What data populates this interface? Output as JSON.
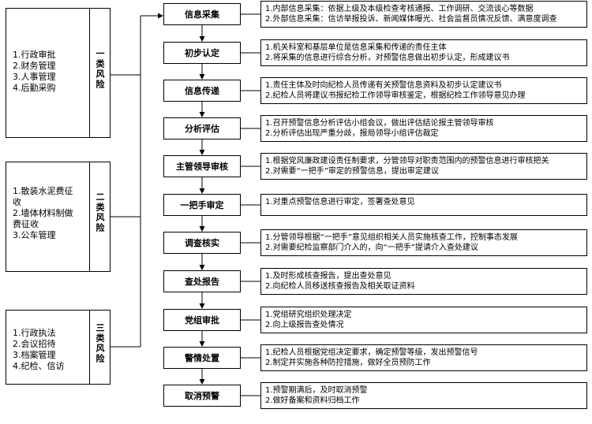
{
  "risk_groups": [
    {
      "category": "一类风险",
      "items": [
        "1.行政审批",
        "2.财务管理",
        "3.人事管理",
        "4.后勤采购"
      ]
    },
    {
      "category": "二类风险",
      "items": [
        "1.散装水泥费征",
        "收",
        "2.墙体材料制做",
        "费征收",
        "3.公车管理"
      ]
    },
    {
      "category": "三类风险",
      "items": [
        "1.行政执法",
        "2.会议招待",
        "3.档案管理",
        "4.纪检、信访"
      ]
    }
  ],
  "steps": [
    {
      "name": "信息采集",
      "details": [
        "1.内部信息采集：依据上级及本级检查考核通报、工作调研、交流谈心等数据",
        "2.外部信息采集：信访举报投诉、新闻媒体曝光、社会监督员情况反馈、满意度调查"
      ]
    },
    {
      "name": "初步认定",
      "details": [
        "1.机关科室和基层单位是信息采集和传递的责任主体",
        "2.将采集的信息进行综合分析，对预警信息做出初步认定，形成建议书"
      ]
    },
    {
      "name": "信息传递",
      "details": [
        "1.责任主体及时向纪检人员传递有关预警信息资料及初步认定建议书",
        "2.纪检人员将建议书报纪检工作领导审核鉴定，根据纪检工作领导意见办理"
      ]
    },
    {
      "name": "分析评估",
      "details": [
        "1.召开预警信息分析评估小组会议，做出评估结论报主管领导审核",
        "2.分析评估出现严重分歧，报局领导小组评估裁定"
      ]
    },
    {
      "name": "主管领导审核",
      "details": [
        "1.根据党风廉政建设责任制要求，分管领导对职责范围内的预警信息进行审核把关",
        "2.对需要“一把手”审定的预警信息，提出审定建议"
      ]
    },
    {
      "name": "一把手审定",
      "details": [
        "1.对重点预警信息进行审定，签署查处意见"
      ]
    },
    {
      "name": "调查核实",
      "details": [
        "1.分管领导根据“一把手”意见组织相关人员实施核查工作，控制事态发展",
        "2.对需要纪检监察部门介入的，向“一把手”提请介入查处建议"
      ]
    },
    {
      "name": "查处报告",
      "details": [
        "1.及时形成核查报告，提出查处意见",
        "2.向纪检人员移送核查报告及相关取证资料"
      ]
    },
    {
      "name": "党组审批",
      "details": [
        "1.党组研究组织处理决定",
        "2.向上级报告查处情况"
      ]
    },
    {
      "name": "警情处置",
      "details": [
        "1.纪检人员根据党组决定要求，确定预警等级，发出预警信号",
        "2.制定并实施各种防控措施，做好全员预防工作"
      ]
    },
    {
      "name": "取消预警",
      "details": [
        "1.预警期满后，及时取消预警",
        "2.做好备案和资料归档工作"
      ]
    }
  ]
}
